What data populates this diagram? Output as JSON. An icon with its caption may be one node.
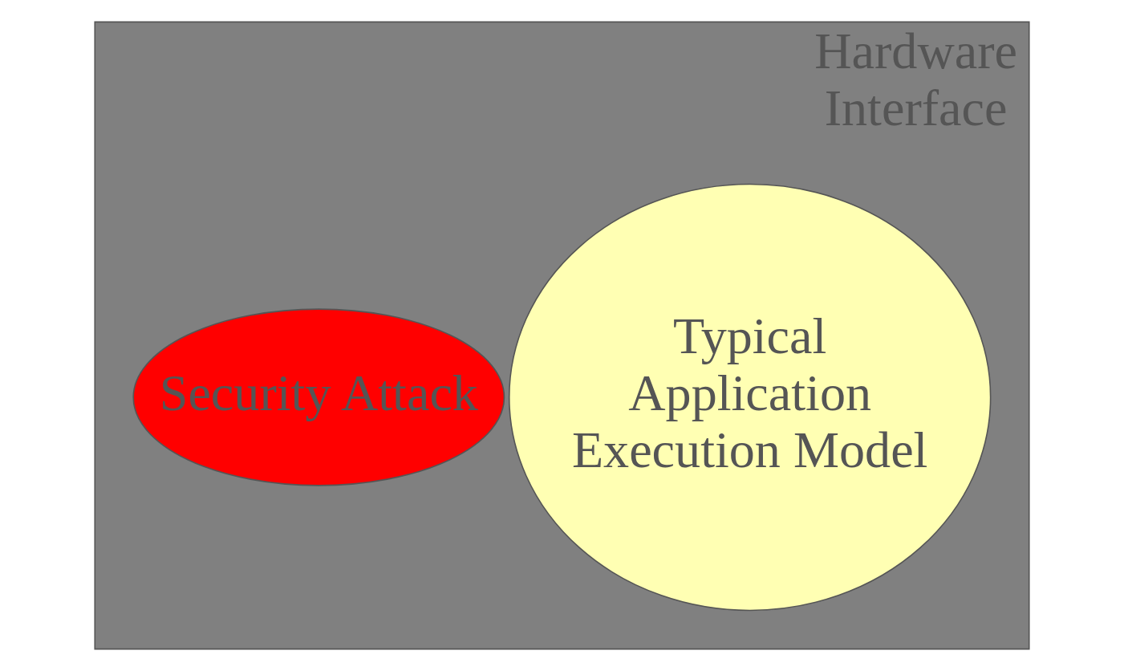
{
  "diagram": {
    "nodes": [
      {
        "text": [
          "Hardware Interface"
        ]
      },
      {
        "text": [
          "Typical Application Execution Model"
        ],
        "in": 0
      },
      {
        "text": [
          "Security Attack"
        ],
        "in": 0
      }
    ]
  }
}
